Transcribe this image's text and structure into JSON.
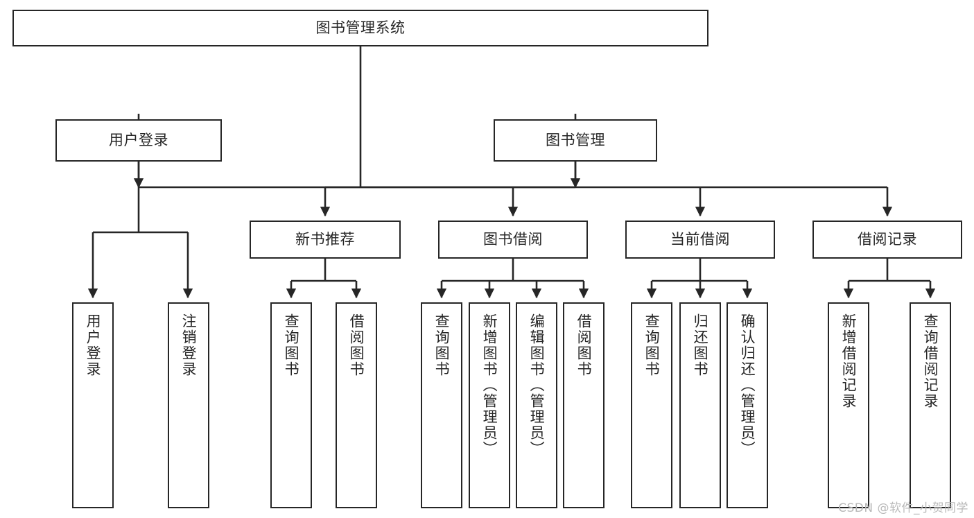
{
  "diagram": {
    "type": "tree",
    "title": "图书管理系统",
    "root": {
      "label": "图书管理系统"
    },
    "level2": [
      {
        "label": "用户登录"
      },
      {
        "label": "图书管理"
      }
    ],
    "level3": [
      {
        "label": "新书推荐"
      },
      {
        "label": "图书借阅"
      },
      {
        "label": "当前借阅"
      },
      {
        "label": "借阅记录"
      }
    ],
    "leaves": {
      "user_login": [
        {
          "label": "用户登录"
        },
        {
          "label": "注销登录"
        }
      ],
      "new_book": [
        {
          "label": "查询图书"
        },
        {
          "label": "借阅图书"
        }
      ],
      "book_borrow": [
        {
          "label": "查询图书"
        },
        {
          "label": "新增图书（管理员）"
        },
        {
          "label": "编辑图书（管理员）"
        },
        {
          "label": "借阅图书"
        }
      ],
      "current_borrow": [
        {
          "label": "查询图书"
        },
        {
          "label": "归还图书"
        },
        {
          "label": "确认归还（管理员）"
        }
      ],
      "borrow_record": [
        {
          "label": "新增借阅记录"
        },
        {
          "label": "查询借阅记录"
        }
      ]
    }
  },
  "watermark": {
    "text": "CSDN @软件_小贺同学"
  },
  "colors": {
    "stroke": "#262626",
    "text": "#262626",
    "background": "#ffffff",
    "watermark": "#b9b9b9"
  }
}
